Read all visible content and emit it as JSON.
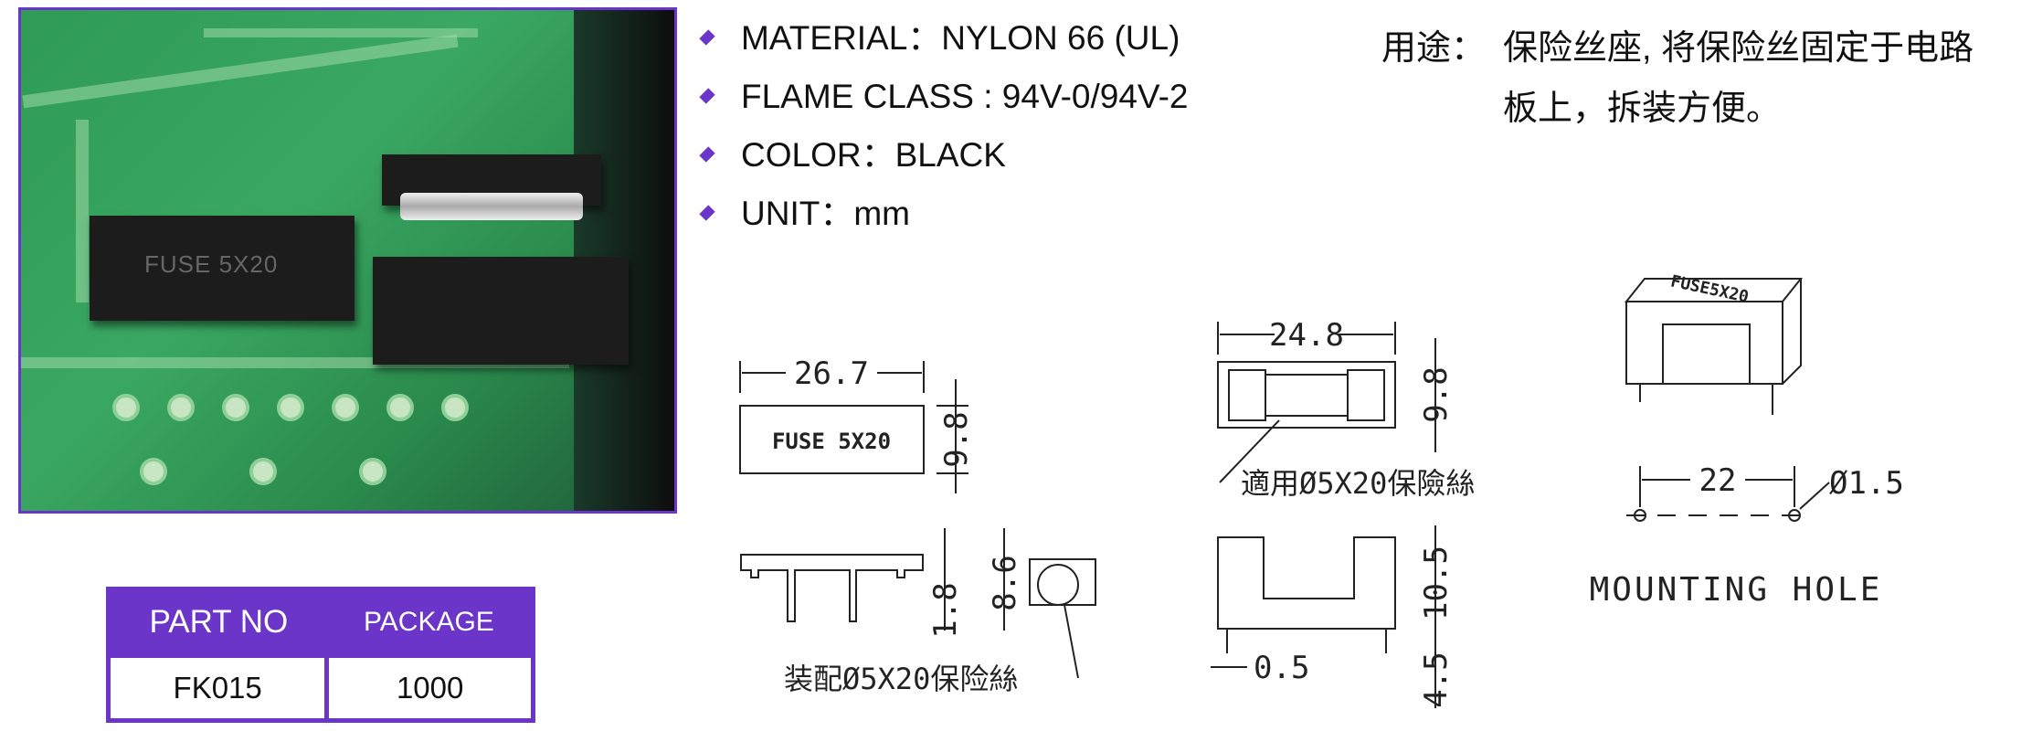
{
  "photo": {
    "label": "FUSE 5X20"
  },
  "specs": [
    {
      "text": "MATERIAL：NYLON 66 (UL)"
    },
    {
      "text": "FLAME CLASS : 94V-0/94V-2"
    },
    {
      "text": "COLOR：BLACK"
    },
    {
      "text": "UNIT：mm"
    }
  ],
  "usage": {
    "label": "用途：",
    "line1": "保险丝座, 将保险丝固定于电路",
    "line2": "板上，拆装方便。"
  },
  "table": {
    "headers": [
      "PART NO",
      "PACKAGE"
    ],
    "rows": [
      [
        "FK015",
        "1000"
      ]
    ]
  },
  "drawings": {
    "cover_label": "FUSE 5X20",
    "cover_width": "26.7",
    "cover_height": "9.8",
    "side_dim_a": "1.8",
    "side_dim_b": "8.6",
    "cover_caption": "装配Ø5X20保险絲",
    "base_width": "24.8",
    "base_height": "9.8",
    "base_caption": "適用Ø5X20保險絲",
    "front_height": "10.5",
    "pin_length": "4.5",
    "pin_width": "0.5",
    "iso_label": "FUSE5X20",
    "hole_spacing": "22",
    "hole_diameter": "Ø1.5",
    "mounting_caption": "MOUNTING HOLE"
  },
  "colors": {
    "accent": "#6a35c8"
  }
}
